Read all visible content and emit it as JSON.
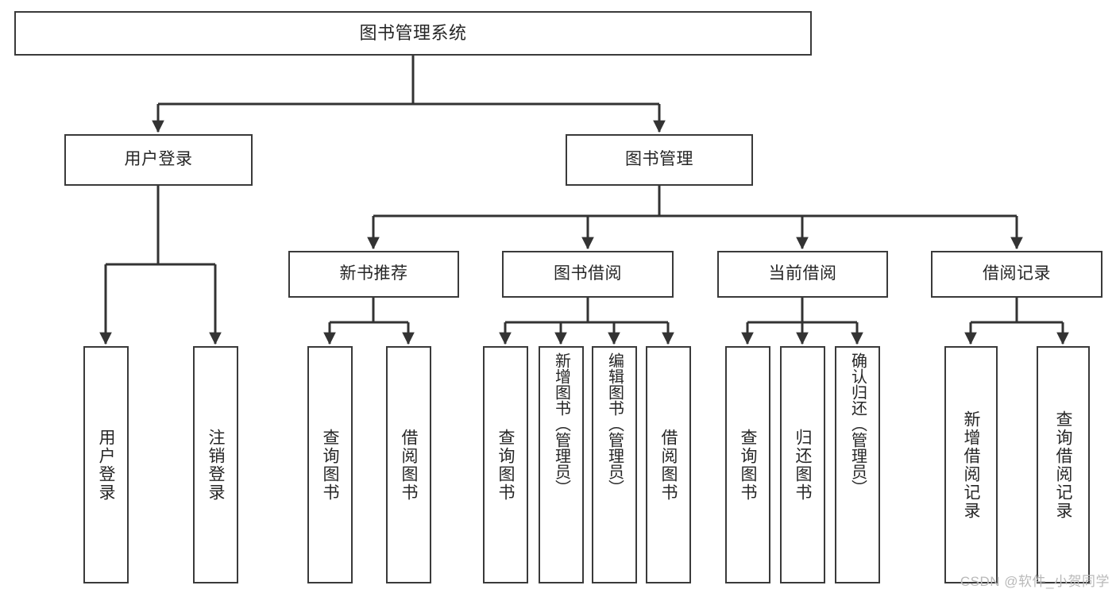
{
  "diagram": {
    "type": "tree-hierarchy-chart",
    "title": "图书管理系统",
    "watermark": "CSDN @软件_小贺同学",
    "colors": {
      "node_border": "#3a3a3a",
      "node_fill": "#ffffff",
      "edge": "#333333",
      "text": "#262626",
      "watermark": "#b9b9b9",
      "background": "#ffffff"
    },
    "nodes": {
      "root": {
        "label": "图书管理系统"
      },
      "level1": [
        {
          "id": "user-login",
          "label": "用户登录"
        },
        {
          "id": "book-management",
          "label": "图书管理"
        }
      ],
      "level2": [
        {
          "id": "new-book-recommend",
          "label": "新书推荐"
        },
        {
          "id": "book-borrow",
          "label": "图书借阅"
        },
        {
          "id": "current-borrow",
          "label": "当前借阅"
        },
        {
          "id": "borrow-record",
          "label": "借阅记录"
        }
      ],
      "leaves": {
        "user-login": [
          {
            "id": "leaf-user-login",
            "label": "用户登录"
          },
          {
            "id": "leaf-logout",
            "label": "注销登录"
          }
        ],
        "new-book-recommend": [
          {
            "id": "leaf-query-book-1",
            "label": "查询图书"
          },
          {
            "id": "leaf-borrow-book-1",
            "label": "借阅图书"
          }
        ],
        "book-borrow": [
          {
            "id": "leaf-query-book-2",
            "label": "查询图书"
          },
          {
            "id": "leaf-add-book",
            "label": "新增图书（管理员）"
          },
          {
            "id": "leaf-edit-book",
            "label": "编辑图书（管理员）"
          },
          {
            "id": "leaf-borrow-book-2",
            "label": "借阅图书"
          }
        ],
        "current-borrow": [
          {
            "id": "leaf-query-book-3",
            "label": "查询图书"
          },
          {
            "id": "leaf-return-book",
            "label": "归还图书"
          },
          {
            "id": "leaf-confirm-return",
            "label": "确认归还（管理员）"
          }
        ],
        "borrow-record": [
          {
            "id": "leaf-add-record",
            "label": "新增借阅记录"
          },
          {
            "id": "leaf-query-record",
            "label": "查询借阅记录"
          }
        ]
      }
    },
    "edges": [
      {
        "from": "root",
        "to": "user-login"
      },
      {
        "from": "root",
        "to": "book-management"
      },
      {
        "from": "user-login",
        "to": "leaf-user-login"
      },
      {
        "from": "user-login",
        "to": "leaf-logout"
      },
      {
        "from": "book-management",
        "to": "new-book-recommend"
      },
      {
        "from": "book-management",
        "to": "book-borrow"
      },
      {
        "from": "book-management",
        "to": "current-borrow"
      },
      {
        "from": "book-management",
        "to": "borrow-record"
      },
      {
        "from": "new-book-recommend",
        "to": "leaf-query-book-1"
      },
      {
        "from": "new-book-recommend",
        "to": "leaf-borrow-book-1"
      },
      {
        "from": "book-borrow",
        "to": "leaf-query-book-2"
      },
      {
        "from": "book-borrow",
        "to": "leaf-add-book"
      },
      {
        "from": "book-borrow",
        "to": "leaf-edit-book"
      },
      {
        "from": "book-borrow",
        "to": "leaf-borrow-book-2"
      },
      {
        "from": "current-borrow",
        "to": "leaf-query-book-3"
      },
      {
        "from": "current-borrow",
        "to": "leaf-return-book"
      },
      {
        "from": "current-borrow",
        "to": "leaf-confirm-return"
      },
      {
        "from": "borrow-record",
        "to": "leaf-add-record"
      },
      {
        "from": "borrow-record",
        "to": "leaf-query-record"
      }
    ]
  }
}
